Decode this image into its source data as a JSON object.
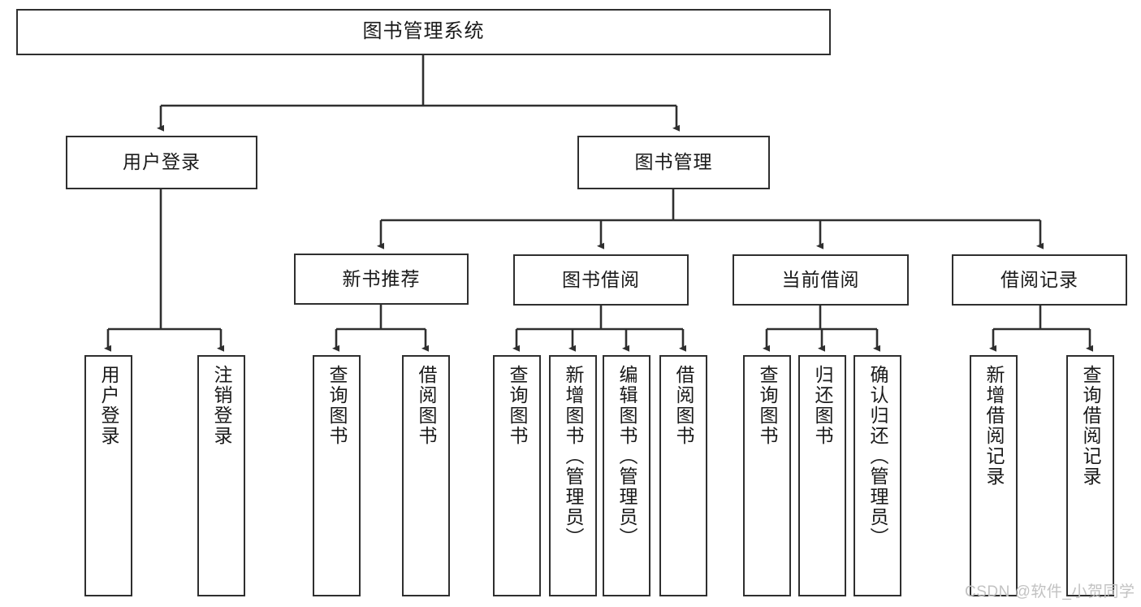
{
  "diagram": {
    "title": "图书管理系统",
    "type": "hierarchy-tree",
    "watermark": "CSDN @软件_小贺同学",
    "colors": {
      "box_border": "#2f2f2f",
      "box_fill": "#ffffff",
      "edge": "#2f2f2f",
      "text": "#1a1a1a",
      "watermark": "#c2c2c2",
      "background": "#ffffff"
    },
    "nodes": {
      "root": {
        "label": "图书管理系统"
      },
      "level2": [
        {
          "id": "user-login",
          "label": "用户登录"
        },
        {
          "id": "book-manage",
          "label": "图书管理"
        }
      ],
      "level3": [
        {
          "id": "new-book-recommend",
          "label": "新书推荐"
        },
        {
          "id": "book-borrow",
          "label": "图书借阅"
        },
        {
          "id": "current-borrow",
          "label": "当前借阅"
        },
        {
          "id": "borrow-record",
          "label": "借阅记录"
        }
      ],
      "leaves": {
        "user-login": [
          {
            "id": "leaf-user-login",
            "label": "用户登录"
          },
          {
            "id": "leaf-user-logout",
            "label": "注销登录"
          }
        ],
        "new-book-recommend": [
          {
            "id": "leaf-query-book-1",
            "label": "查询图书"
          },
          {
            "id": "leaf-borrow-book-1",
            "label": "借阅图书"
          }
        ],
        "book-borrow": [
          {
            "id": "leaf-query-book-2",
            "label": "查询图书"
          },
          {
            "id": "leaf-add-book",
            "label": "新增图书（管理员）"
          },
          {
            "id": "leaf-edit-book",
            "label": "编辑图书（管理员）"
          },
          {
            "id": "leaf-borrow-book-2",
            "label": "借阅图书"
          }
        ],
        "current-borrow": [
          {
            "id": "leaf-query-book-3",
            "label": "查询图书"
          },
          {
            "id": "leaf-return-book",
            "label": "归还图书"
          },
          {
            "id": "leaf-confirm-return",
            "label": "确认归还（管理员）"
          }
        ],
        "borrow-record": [
          {
            "id": "leaf-add-record",
            "label": "新增借阅记录"
          },
          {
            "id": "leaf-query-record",
            "label": "查询借阅记录"
          }
        ]
      }
    }
  }
}
